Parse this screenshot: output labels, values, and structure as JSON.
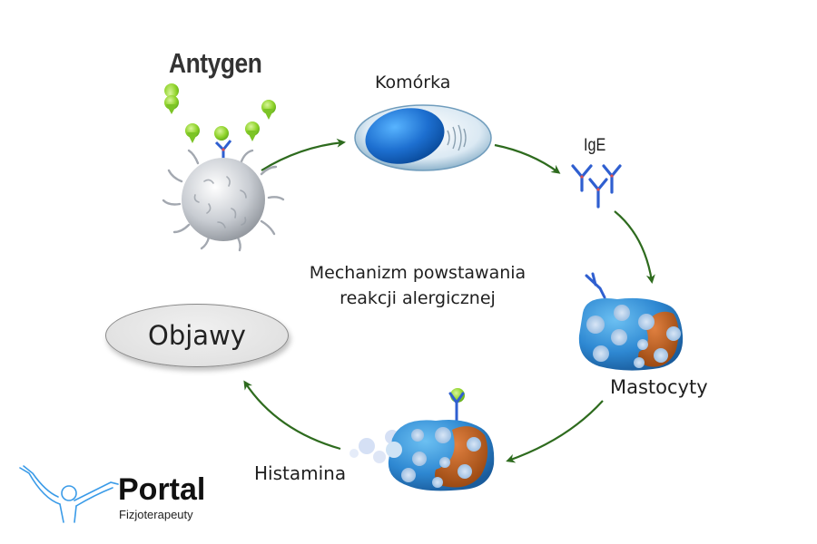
{
  "diagram": {
    "title": "Mechanizm powstawania reakcji alergicznej",
    "title_lines": [
      "Mechanizm powstawania",
      "reakcji alergicznej"
    ],
    "nodes": [
      {
        "id": "antygen",
        "label": "Antygen",
        "icon": "antigen-cell-icon"
      },
      {
        "id": "komorka",
        "label": "Komórka",
        "icon": "cell-icon"
      },
      {
        "id": "ige",
        "label": "IgE",
        "icon": "antibody-icon"
      },
      {
        "id": "mastocyty",
        "label": "Mastocyty",
        "icon": "mast-cell-icon"
      },
      {
        "id": "histamina",
        "label": "Histamina",
        "icon": "degranulating-mast-cell-icon"
      },
      {
        "id": "objawy",
        "label": "Objawy",
        "icon": "ellipse-shape"
      }
    ],
    "edges": [
      {
        "from": "antygen",
        "to": "komorka"
      },
      {
        "from": "komorka",
        "to": "ige"
      },
      {
        "from": "ige",
        "to": "mastocyty"
      },
      {
        "from": "mastocyty",
        "to": "histamina"
      },
      {
        "from": "histamina",
        "to": "objawy"
      }
    ],
    "colors": {
      "arrow": "#2e6b1e",
      "antigen_drop": "#8fd32a",
      "antibody": "#2f5fd0",
      "cell_blue": "#1f7fd0",
      "mast_cell": "#3a93d8",
      "nucleus": "#c8641f",
      "logo_blue": "#3a9be8"
    }
  },
  "logo": {
    "name": "Portal",
    "subtitle": "Fizjoterapeuty"
  }
}
